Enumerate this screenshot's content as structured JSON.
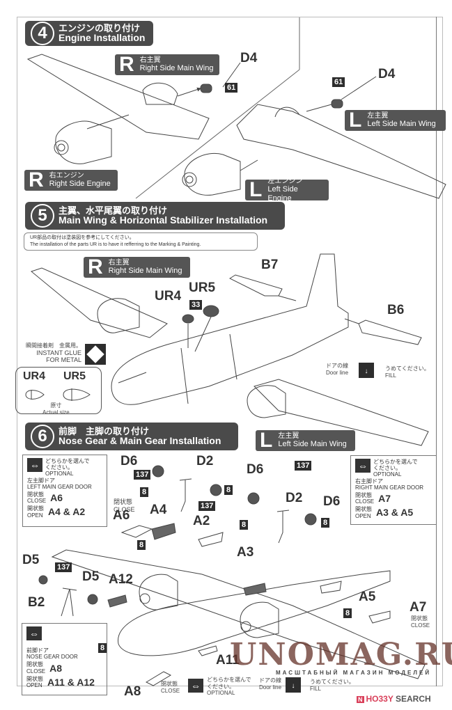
{
  "step4": {
    "number": "4",
    "title_jp": "エンジンの取り付け",
    "title_en": "Engine Installation",
    "right_wing": {
      "letter": "R",
      "jp": "右主翼",
      "en": "Right Side Main Wing"
    },
    "left_wing": {
      "letter": "L",
      "jp": "左主翼",
      "en": "Left Side Main Wing"
    },
    "right_engine": {
      "letter": "R",
      "jp": "右エンジン",
      "en": "Right Side Engine"
    },
    "left_engine": {
      "letter": "L",
      "jp": "左エンジン",
      "en": "Left Side Engine"
    },
    "parts": {
      "d4_right": "D4",
      "d4_left": "D4"
    },
    "badges": {
      "paint_right": "61",
      "paint_left": "61"
    }
  },
  "step5": {
    "number": "5",
    "title_jp": "主翼、水平尾翼の取り付け",
    "title_en": "Main Wing & Horizontal Stabilizer Installation",
    "note_jp": "UR部品の取付は塗装図を参考にしてください。",
    "note_en": "The installation of the parts UR is to have it refferring to the Marking & Painting.",
    "right_wing": {
      "letter": "R",
      "jp": "右主翼",
      "en": "Right Side Main Wing"
    },
    "left_wing": {
      "letter": "L",
      "jp": "左主翼",
      "en": "Left Side Main Wing"
    },
    "parts": {
      "ur4": "UR4",
      "ur5": "UR5",
      "b7": "B7",
      "b6": "B6"
    },
    "badges": {
      "paint": "33"
    },
    "glue": {
      "jp": "瞬間接着剤　金属用。",
      "en1": "INSTANT GLUE",
      "en2": "FOR METAL"
    },
    "door_line": {
      "jp": "ドアの線",
      "en": "Door line",
      "fill_jp": "うめてください。",
      "fill_en": "FILL"
    },
    "actual_size": {
      "ur4": "UR4",
      "ur5": "UR5",
      "jp": "原寸",
      "en": "Actual size"
    }
  },
  "step6": {
    "number": "6",
    "title_jp": "前脚　主脚の取り付け",
    "title_en": "Nose Gear & Main Gear Installation",
    "left_door": {
      "opt_jp1": "どちらかを選んで",
      "opt_jp2": "ください。",
      "opt_en": "OPTIONAL",
      "door_jp": "左主脚ドア",
      "door_en": "LEFT MAIN GEAR DOOR",
      "close_jp": "閉状態",
      "close_en": "CLOSE",
      "close_val": "A6",
      "open_jp": "開状態",
      "open_en": "OPEN",
      "open_val": "A4 & A2"
    },
    "right_door": {
      "opt_jp1": "どちらかを選んで",
      "opt_jp2": "ください。",
      "opt_en": "OPTIONAL",
      "door_jp": "右主脚ドア",
      "door_en": "RIGHT MAIN GEAR DOOR",
      "close_jp": "閉状態",
      "close_en": "CLOSE",
      "close_val": "A7",
      "open_jp": "開状態",
      "open_en": "OPEN",
      "open_val": "A3 & A5"
    },
    "nose_door": {
      "door_jp": "前脚ドア",
      "door_en": "NOSE GEAR DOOR",
      "close_jp": "閉状態",
      "close_en": "CLOSE",
      "close_val": "A8",
      "open_jp": "開状態",
      "open_en": "OPEN",
      "open_val": "A11 & A12"
    },
    "bottom_opt": {
      "jp1": "どちらかを選んで",
      "jp2": "ください。",
      "en": "OPTIONAL"
    },
    "door_line": {
      "jp": "ドアの線",
      "en": "Door line",
      "fill_jp": "うめてください。",
      "fill_en": "FILL"
    },
    "close_label": {
      "jp": "閉状態",
      "en": "CLOSE"
    },
    "parts": {
      "d6a": "D6",
      "d2a": "D2",
      "d6b": "D6",
      "d2b": "D2",
      "d6c": "D6",
      "a6": "A6",
      "a4": "A4",
      "a2": "A2",
      "a3": "A3",
      "a5": "A5",
      "a7": "A7",
      "d5a": "D5",
      "d5b": "D5",
      "b2": "B2",
      "a12": "A12",
      "a11": "A11",
      "a8": "A8"
    },
    "badges": {
      "b137": "137",
      "b8": "8"
    }
  },
  "watermark": {
    "main": "UNOMAG.RU",
    "sub": "МАСШТАБНЫЙ МАГАЗИН МОДЕЛЕЙ"
  },
  "brand": {
    "hobby": "HO33Y",
    "search": "SEARCH",
    "accent": "#d9405a"
  }
}
